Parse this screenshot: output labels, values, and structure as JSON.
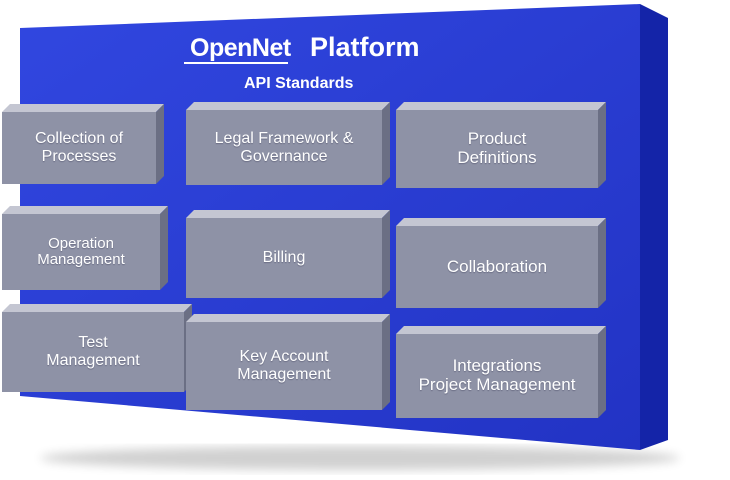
{
  "title": {
    "brand": "OpenNet",
    "product": "Platform",
    "subtitle": "API Standards"
  },
  "colors": {
    "board_front": "#2a3fd6",
    "board_side": "#1322a8",
    "block_front": "#8e92a6",
    "block_top": "#c4c6d2",
    "block_side": "#6b6f84",
    "text": "#ffffff"
  },
  "blocks": [
    {
      "id": "collection-of-processes",
      "label": "Collection of\nProcesses"
    },
    {
      "id": "legal-framework-governance",
      "label": "Legal Framework &\nGovernance"
    },
    {
      "id": "product-definitions",
      "label": "Product\nDefinitions"
    },
    {
      "id": "operation-management",
      "label": "Operation\nManagement"
    },
    {
      "id": "billing",
      "label": "Billing"
    },
    {
      "id": "collaboration",
      "label": "Collaboration"
    },
    {
      "id": "test-management",
      "label": "Test\nManagement"
    },
    {
      "id": "key-account-management",
      "label": "Key Account\nManagement"
    },
    {
      "id": "integrations-project-management",
      "label": "Integrations\nProject Management"
    }
  ]
}
